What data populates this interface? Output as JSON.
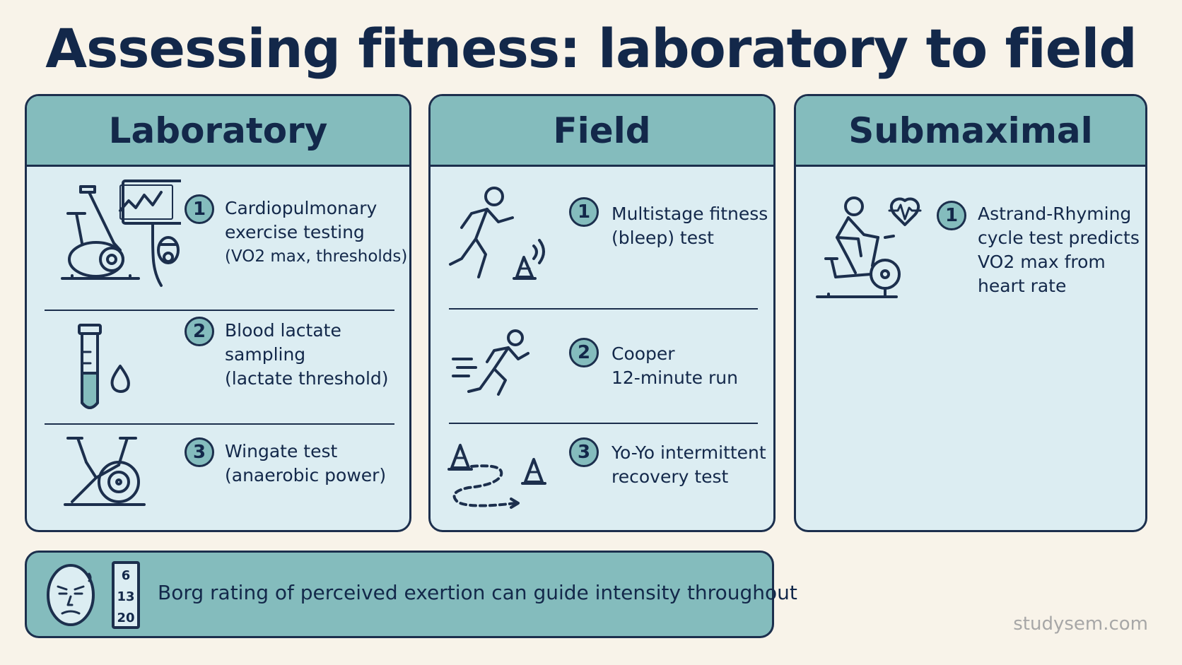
{
  "title": "Assessing fitness: laboratory to field",
  "panels": [
    {
      "heading": "Laboratory",
      "items": [
        {
          "num": "1",
          "lines": [
            "Cardiopulmonary",
            "exercise testing",
            "(VO2 max, thresholds)"
          ],
          "icon": "exercise-bike-monitor-mask-icon"
        },
        {
          "num": "2",
          "lines": [
            "Blood lactate",
            "sampling",
            "(lactate threshold)"
          ],
          "icon": "test-tube-drop-icon"
        },
        {
          "num": "3",
          "lines": [
            "Wingate test",
            "(anaerobic power)"
          ],
          "icon": "stationary-bike-icon"
        }
      ]
    },
    {
      "heading": "Field",
      "items": [
        {
          "num": "1",
          "lines": [
            "Multistage fitness",
            "(bleep) test"
          ],
          "icon": "runner-cone-sound-icon"
        },
        {
          "num": "2",
          "lines": [
            "Cooper",
            "12-minute run"
          ],
          "icon": "sprinter-icon"
        },
        {
          "num": "3",
          "lines": [
            "Yo-Yo intermittent",
            "recovery test"
          ],
          "icon": "cones-path-icon"
        }
      ]
    },
    {
      "heading": "Submaximal",
      "items": [
        {
          "num": "1",
          "lines": [
            "Astrand-Rhyming",
            "cycle test predicts",
            "VO2 max from",
            "heart rate"
          ],
          "icon": "cyclist-heart-rate-icon"
        }
      ]
    }
  ],
  "borg": {
    "text": "Borg rating of perceived exertion can guide intensity throughout",
    "scale": [
      "6",
      "13",
      "20"
    ],
    "icon": "tired-face-icon"
  },
  "watermark": "studysem.com"
}
